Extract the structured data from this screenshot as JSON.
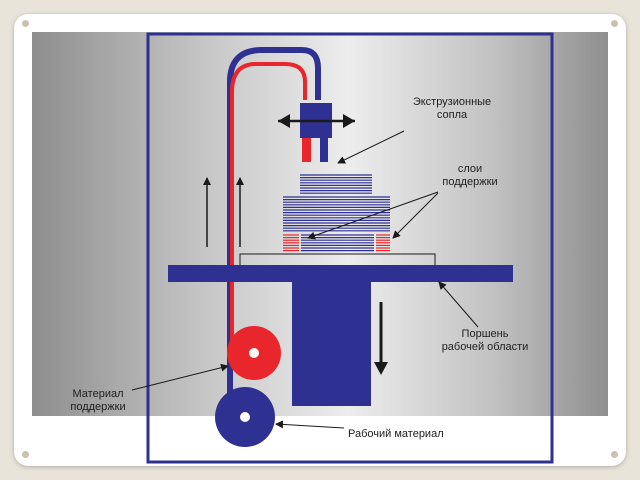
{
  "colors": {
    "frame": "#2e3192",
    "model_material": "#2e3192",
    "support_material": "#e8262b",
    "arrows": "#1a1a1a"
  },
  "labels": {
    "nozzles": [
      "Экструзионные",
      "сопла"
    ],
    "support_layers": [
      "слои",
      "поддержки"
    ],
    "piston": [
      "Поршень",
      "рабочей области"
    ],
    "support_material": [
      "Материал",
      "поддержки"
    ],
    "build_material": "Рабочий материал"
  }
}
